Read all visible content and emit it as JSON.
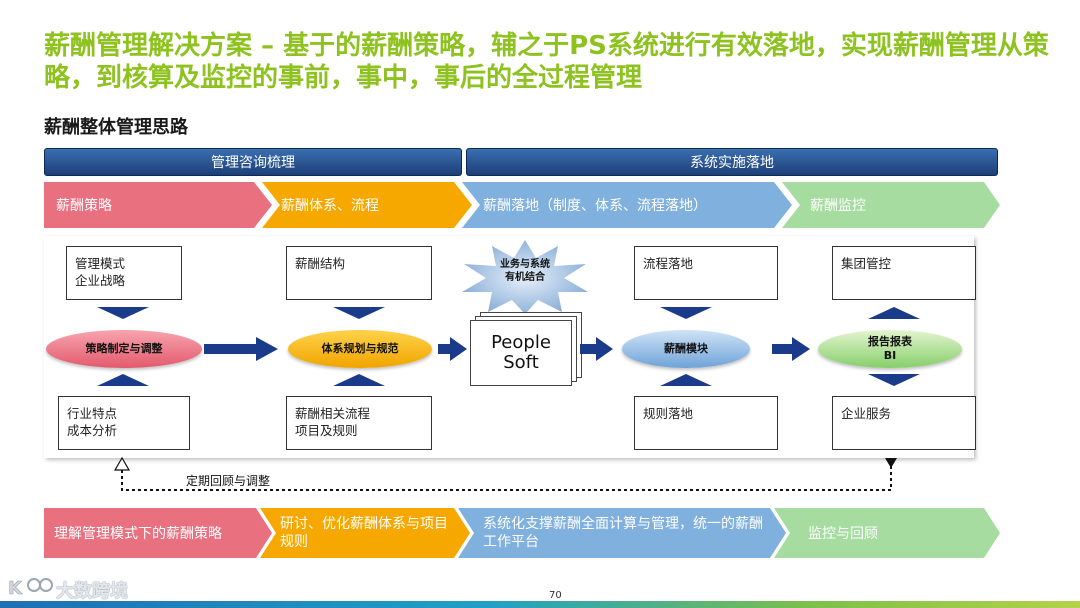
{
  "title": "薪酬管理解决方案 – 基于的薪酬策略，辅之于PS系统进行有效落地，实现薪酬管理从策略，到核算及监控的事前，事中，事后的全过程管理",
  "subtitle": "薪酬整体管理思路",
  "headers": {
    "left": "管理咨询梳理",
    "right": "系统实施落地"
  },
  "phases": [
    "薪酬策略",
    "薪酬体系、流程",
    "薪酬落地（制度、体系、流程落地）",
    "薪酬监控"
  ],
  "columns": {
    "c1": {
      "top": "管理模式\n企业战略",
      "center": "策略制定与调整",
      "bottom": "行业特点\n成本分析"
    },
    "c2": {
      "top": "薪酬结构",
      "center": "体系规划与规范",
      "bottom": "薪酬相关流程\n项目及规则"
    },
    "c3": {
      "star": "业务与系统\n有机结合",
      "doc": "People\nSoft"
    },
    "c4": {
      "top": "流程落地",
      "center": "薪酬模块",
      "bottom": "规则落地"
    },
    "c5": {
      "top": "集团管控",
      "center": "报告报表\nBI",
      "bottom": "企业服务"
    }
  },
  "loop_label": "定期回顾与调整",
  "bottom_bar": [
    "理解管理模式下的薪酬策略",
    "研讨、优化薪酬体系与项目规则",
    "系统化支撑薪酬全面计算与管理，统一的薪酬工作平台",
    "监控与回顾"
  ],
  "watermark": "大数跨境",
  "page_number": "70",
  "colors": {
    "title": "#8dc21f",
    "pink": "#e8707f",
    "orange": "#f6a800",
    "blue": "#7fb0de",
    "green": "#a6dca0",
    "navy": "#1a3a8a"
  }
}
